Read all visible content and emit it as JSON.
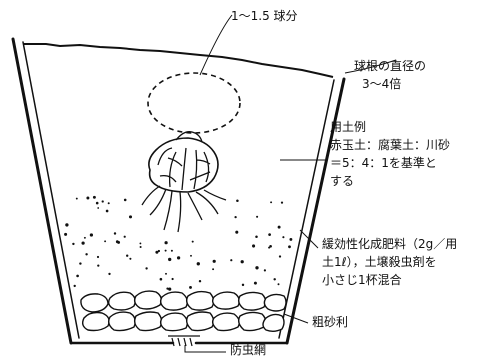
{
  "diagram": {
    "labels": {
      "bulb_amount": "1～1.5 球分",
      "bulb_diameter_line1": "球根の直径の",
      "bulb_diameter_line2": "3～4倍",
      "soil_title": "用土例",
      "soil_line1": "赤玉土：腐葉土：川砂",
      "soil_line2": "＝5：4：1を基準と",
      "soil_line3": "する",
      "fertilizer_line1": "緩効性化成肥料（2g／用",
      "fertilizer_line2": "土1ℓ），土壌殺虫剤を",
      "fertilizer_line3": "小さじ1杯混合",
      "gravel": "粗砂利",
      "net": "防虫網"
    }
  }
}
